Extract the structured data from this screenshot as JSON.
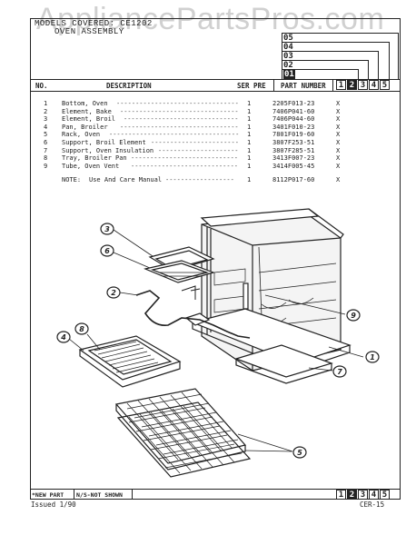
{
  "watermark": "AppliancePartsPros.com",
  "header": {
    "models_covered": "MODELS COVERED: CE1202",
    "assembly_title": "OVEN ASSEMBLY",
    "revision_labels": [
      "05",
      "04",
      "03",
      "02",
      "01"
    ]
  },
  "columns": {
    "no": "NO.",
    "description": "DESCRIPTION",
    "ser_pre": "SER PRE",
    "part_number": "PART NUMBER",
    "model_boxes": [
      "1",
      "2",
      "3",
      "4",
      "5"
    ]
  },
  "parts": [
    {
      "no": "1",
      "description": "Bottom, Oven",
      "qty": "1",
      "part_number": "2205F013-23",
      "mark": "X"
    },
    {
      "no": "2",
      "description": "Element, Bake",
      "qty": "1",
      "part_number": "7406P041-60",
      "mark": "X"
    },
    {
      "no": "3",
      "description": "Element, Broil",
      "qty": "1",
      "part_number": "7406P044-60",
      "mark": "X"
    },
    {
      "no": "4",
      "description": "Pan, Broiler",
      "qty": "1",
      "part_number": "3401F010-23",
      "mark": "X"
    },
    {
      "no": "5",
      "description": "Rack, Oven",
      "qty": "1",
      "part_number": "7801F019-60",
      "mark": "X"
    },
    {
      "no": "6",
      "description": "Support, Broil Element",
      "qty": "1",
      "part_number": "3807F253-51",
      "mark": "X"
    },
    {
      "no": "7",
      "description": "Support, Oven Insulation",
      "qty": "1",
      "part_number": "3807F285-51",
      "mark": "X"
    },
    {
      "no": "8",
      "description": "Tray, Broiler Pan",
      "qty": "1",
      "part_number": "3413F007-23",
      "mark": "X"
    },
    {
      "no": "9",
      "description": "Tube, Oven Vent",
      "qty": "1",
      "part_number": "3414F005-45",
      "mark": "X"
    }
  ],
  "note": {
    "label": "NOTE:",
    "description": "Use And Care Manual",
    "qty": "1",
    "part_number": "8112P017-60",
    "mark": "X"
  },
  "callouts": [
    "3",
    "6",
    "2",
    "8",
    "4",
    "9",
    "1",
    "7",
    "5"
  ],
  "footer": {
    "new_part": "*NEW PART",
    "not_shown": "N/S-NOT SHOWN",
    "model_boxes": [
      "1",
      "2",
      "3",
      "4",
      "5"
    ]
  },
  "issued": "Issued 1/90",
  "page_code": "CER-15"
}
